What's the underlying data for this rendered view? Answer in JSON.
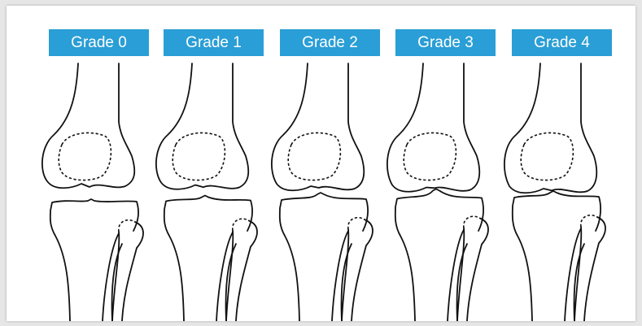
{
  "figure": {
    "grades": [
      {
        "label": "Grade 0",
        "gap": 12,
        "spur": 0,
        "fused": false
      },
      {
        "label": "Grade 1",
        "gap": 9,
        "spur": 3,
        "fused": false
      },
      {
        "label": "Grade 2",
        "gap": 6,
        "spur": 5,
        "fused": false
      },
      {
        "label": "Grade 3",
        "gap": 3,
        "spur": 8,
        "fused": false
      },
      {
        "label": "Grade 4",
        "gap": 0,
        "spur": 4,
        "fused": true
      }
    ],
    "colors": {
      "label_bg": "#2a9ed6",
      "label_text": "#ffffff",
      "stroke": "#111111",
      "frame_bg": "#ffffff",
      "page_bg": "#e6e6e6"
    }
  }
}
